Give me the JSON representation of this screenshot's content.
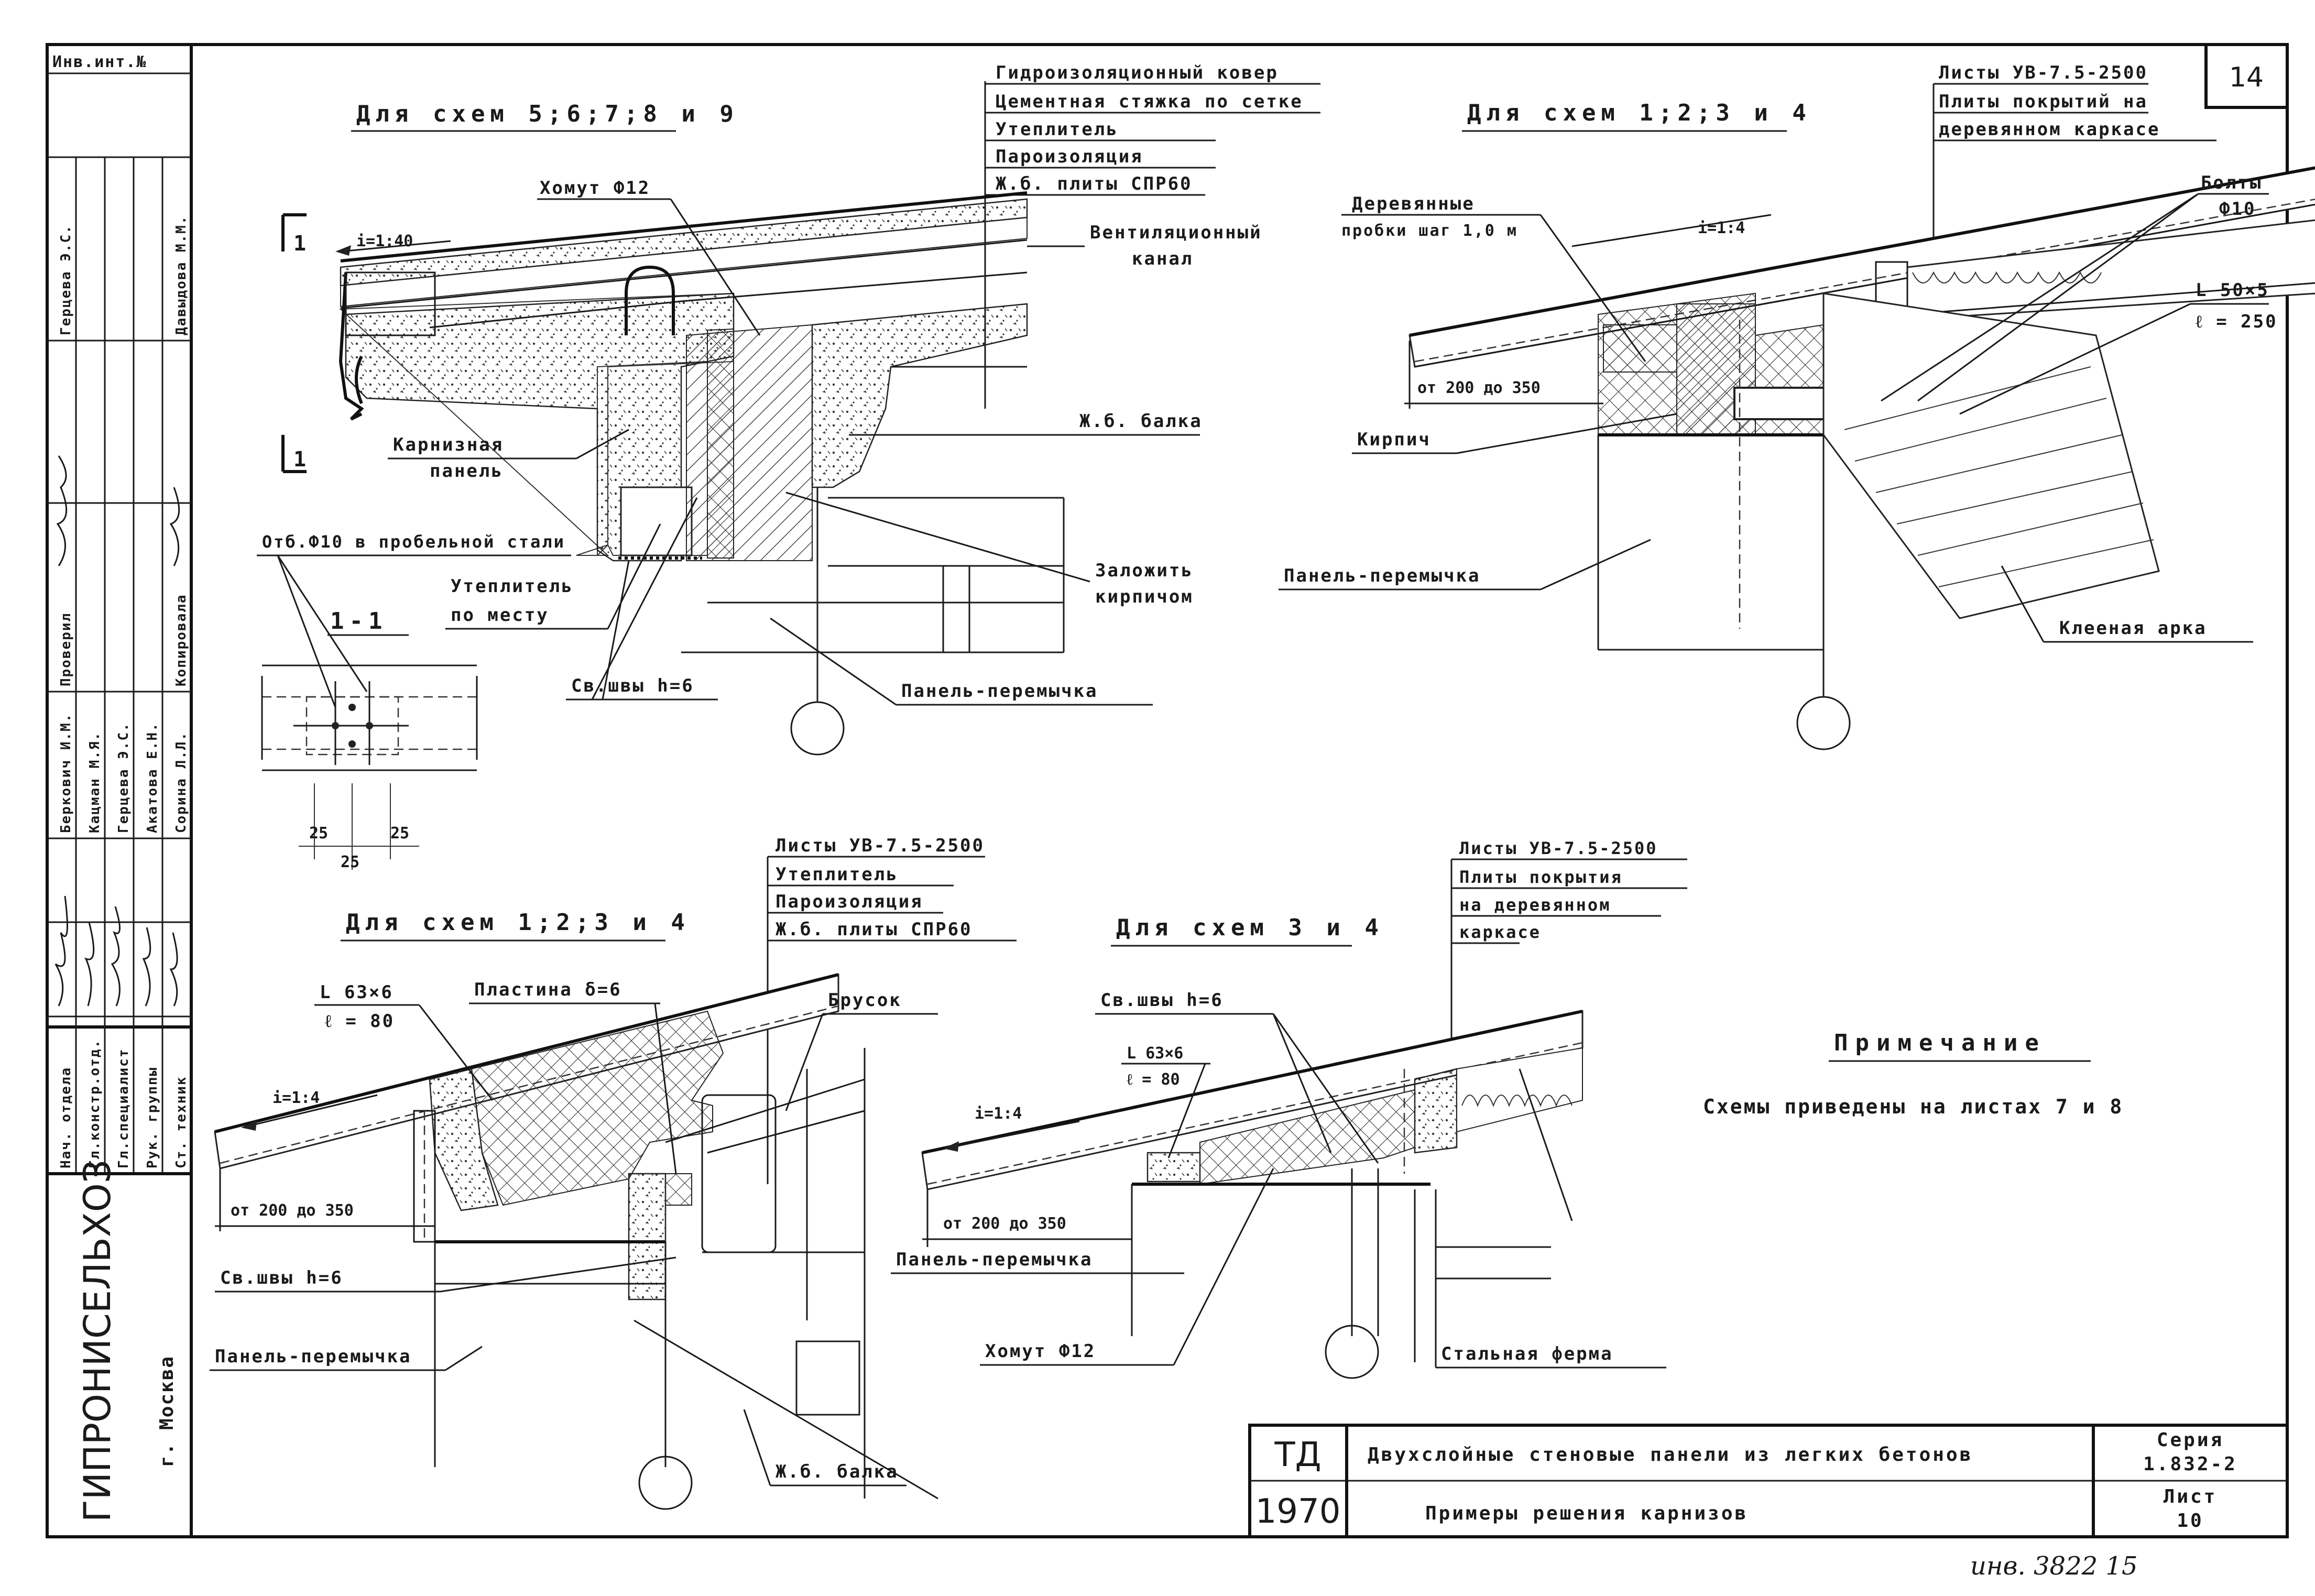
{
  "sheet_number": "14",
  "handwritten_note": "инв. 3822 15",
  "archive_header": "Инв.инт.№",
  "organization": "ГИПРОНИСЕЛЬХОЗ",
  "city": "г. Москва",
  "stamp": {
    "roles": [
      "Нач. отдела",
      "Гл.констр.отд.",
      "Гл.специалист",
      "Рук. группы",
      "Ст. техник"
    ],
    "names": [
      "Беркович И.М.",
      "Кацман М.Я.",
      "Герцева Э.С.",
      "Акатова Е.Н.",
      "Сорина Л.Л."
    ],
    "checked_label": "Проверил",
    "checked_name": "Герцева Э.С.",
    "copied_label": "Копировала",
    "copied_name": "Давыдова М.М."
  },
  "title_block": {
    "code": "ТД",
    "year": "1970",
    "title": "Двухслойные стеновые панели из легких бетонов",
    "subtitle": "Примеры решения карнизов",
    "series_label": "Серия",
    "series_value": "1.832-2",
    "sheet_label": "Лист",
    "sheet_value": "10"
  },
  "note": {
    "heading": "Примечание",
    "text": "Схемы приведены на листах 7 и 8"
  },
  "detail_a": {
    "heading": "Для схем 5;6;7;8 и 9",
    "layers": [
      "Гидроизоляционный ковер",
      "Цементная стяжка по сетке",
      "Утеплитель",
      "Пароизоляция",
      "Ж.б. плиты СПР60"
    ],
    "clamp": "Хомут Ф12",
    "slope": "i=1:40",
    "vent_1": "Вентиляционный",
    "vent_2": "канал",
    "beam": "Ж.б. балка",
    "cornice_1": "Карнизная",
    "cornice_2": "панель",
    "brick_fill_1": "Заложить",
    "brick_fill_2": "кирпичом",
    "insul_1": "Утеплитель",
    "insul_2": "по месту",
    "weld": "Св.швы h=6",
    "lintel": "Панель-перемычка",
    "rebar": "Отб.Ф10 в пробельной стали",
    "section_mark": "1",
    "section_label": "1-1",
    "dims": [
      "25",
      "25",
      "25"
    ]
  },
  "detail_b": {
    "heading": "Для схем 1;2;3 и 4",
    "sheets": "Листы УВ-7.5-2500",
    "slabs_1": "Плиты покрытий на",
    "slabs_2": "деревянном каркасе",
    "bolts_1": "Болты",
    "bolts_2": "Ф10",
    "angle_1": "L 50×5",
    "angle_2": "ℓ = 250",
    "wood_1": "Деревянные",
    "wood_2": "пробки шаг 1,0 м",
    "slope": "i=1:4",
    "range": "от 200 до 350",
    "brick": "Кирпич",
    "lintel": "Панель-перемычка",
    "arch": "Клееная арка"
  },
  "detail_c": {
    "heading": "Для схем 1;2;3 и 4",
    "layers": [
      "Листы УВ-7.5-2500",
      "Утеплитель",
      "Пароизоляция",
      "Ж.б. плиты СПР60"
    ],
    "angle_1": "L 63×6",
    "angle_2": "ℓ = 80",
    "plate": "Пластина δ=6",
    "bar": "Брусок",
    "slope": "i=1:4",
    "range": "от 200 до 350",
    "weld": "Св.швы h=6",
    "lintel": "Панель-перемычка",
    "beam": "Ж.б. балка"
  },
  "detail_d": {
    "heading": "Для схем 3 и 4",
    "sheets": "Листы УВ-7.5-2500",
    "slabs_1": "Плиты покрытия",
    "slabs_2": "на деревянном",
    "slabs_3": "каркасе",
    "weld": "Св.швы h=6",
    "angle_1": "L 63×6",
    "angle_2": "ℓ = 80",
    "slope": "i=1:4",
    "range": "от 200 до 350",
    "lintel": "Панель-перемычка",
    "clamp": "Хомут Ф12",
    "truss": "Стальная ферма"
  }
}
